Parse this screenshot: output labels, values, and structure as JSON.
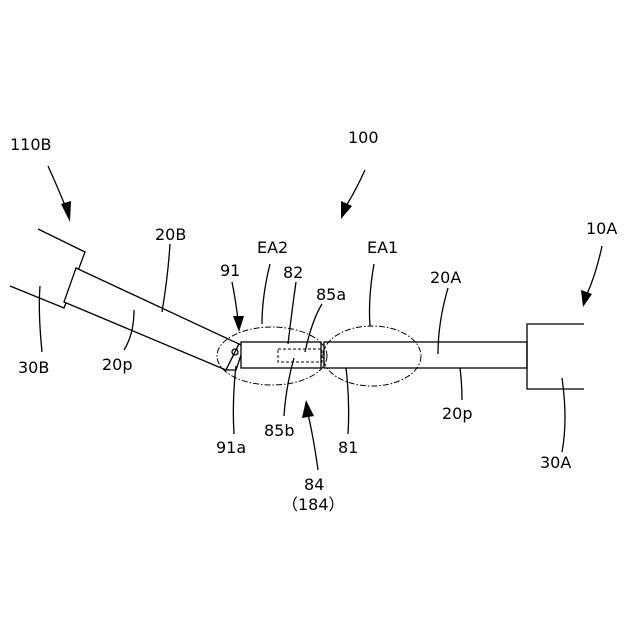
{
  "labels": {
    "l110B": "110B",
    "l100": "100",
    "l10A": "10A",
    "l20B": "20B",
    "lEA2": "EA2",
    "lEA1": "EA1",
    "l91": "91",
    "l82": "82",
    "l85a": "85a",
    "l20A": "20A",
    "l30B": "30B",
    "l20p_left": "20p",
    "l91a": "91a",
    "l85b": "85b",
    "l81": "81",
    "l20p_right": "20p",
    "l30A": "30A",
    "l84": "84",
    "l184": "（184）"
  }
}
